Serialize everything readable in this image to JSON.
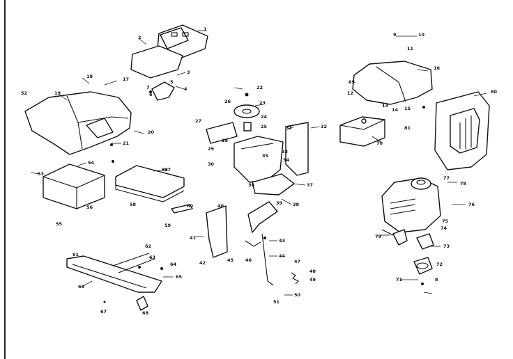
{
  "colors": {
    "ink": "#111111",
    "paper": "#ffffff"
  },
  "callouts": [
    {
      "id": "c1",
      "text": "1"
    },
    {
      "id": "c2",
      "text": "2"
    },
    {
      "id": "c3",
      "text": "3"
    },
    {
      "id": "c4",
      "text": "4"
    },
    {
      "id": "c5",
      "text": "5"
    },
    {
      "id": "c6",
      "text": "6"
    },
    {
      "id": "c7",
      "text": "7"
    },
    {
      "id": "c8",
      "text": "8"
    },
    {
      "id": "c9",
      "text": "9"
    },
    {
      "id": "c10",
      "text": "10"
    },
    {
      "id": "c11",
      "text": "11"
    },
    {
      "id": "c12",
      "text": "12"
    },
    {
      "id": "c13",
      "text": "13"
    },
    {
      "id": "c14",
      "text": "14"
    },
    {
      "id": "c15",
      "text": "15"
    },
    {
      "id": "c16",
      "text": "16"
    },
    {
      "id": "c17",
      "text": "17"
    },
    {
      "id": "c18",
      "text": "18"
    },
    {
      "id": "c19",
      "text": "19"
    },
    {
      "id": "c20",
      "text": "20"
    },
    {
      "id": "c21",
      "text": "21"
    },
    {
      "id": "c22",
      "text": "22"
    },
    {
      "id": "c23",
      "text": "23"
    },
    {
      "id": "c24",
      "text": "24"
    },
    {
      "id": "c25",
      "text": "25"
    },
    {
      "id": "c26",
      "text": "26"
    },
    {
      "id": "c27",
      "text": "27"
    },
    {
      "id": "c28",
      "text": "28"
    },
    {
      "id": "c29",
      "text": "29"
    },
    {
      "id": "c30",
      "text": "30"
    },
    {
      "id": "c31",
      "text": "31"
    },
    {
      "id": "c32",
      "text": "32"
    },
    {
      "id": "c33",
      "text": "33"
    },
    {
      "id": "c34",
      "text": "34"
    },
    {
      "id": "c35",
      "text": "35"
    },
    {
      "id": "c36",
      "text": "36"
    },
    {
      "id": "c37",
      "text": "37"
    },
    {
      "id": "c38",
      "text": "38"
    },
    {
      "id": "c39",
      "text": "39"
    },
    {
      "id": "c40",
      "text": "40"
    },
    {
      "id": "c41",
      "text": "41"
    },
    {
      "id": "c42",
      "text": "42"
    },
    {
      "id": "c43",
      "text": "43"
    },
    {
      "id": "c44",
      "text": "44"
    },
    {
      "id": "c45",
      "text": "45"
    },
    {
      "id": "c46",
      "text": "46"
    },
    {
      "id": "c47",
      "text": "47"
    },
    {
      "id": "c48",
      "text": "48"
    },
    {
      "id": "c49",
      "text": "49"
    },
    {
      "id": "c50",
      "text": "50"
    },
    {
      "id": "c51",
      "text": "51"
    },
    {
      "id": "c52",
      "text": "52"
    },
    {
      "id": "c53",
      "text": "53"
    },
    {
      "id": "c54",
      "text": "54"
    },
    {
      "id": "c55",
      "text": "55"
    },
    {
      "id": "c56",
      "text": "56"
    },
    {
      "id": "c57",
      "text": "57"
    },
    {
      "id": "c58",
      "text": "58"
    },
    {
      "id": "c59",
      "text": "59"
    },
    {
      "id": "c60",
      "text": "60"
    },
    {
      "id": "c61",
      "text": "61"
    },
    {
      "id": "c62",
      "text": "62"
    },
    {
      "id": "c63",
      "text": "63"
    },
    {
      "id": "c64",
      "text": "64"
    },
    {
      "id": "c65",
      "text": "65"
    },
    {
      "id": "c66",
      "text": "66"
    },
    {
      "id": "c67",
      "text": "67"
    },
    {
      "id": "c68",
      "text": "68"
    },
    {
      "id": "c69",
      "text": "69"
    },
    {
      "id": "c70",
      "text": "70"
    },
    {
      "id": "c71",
      "text": "71"
    },
    {
      "id": "c72",
      "text": "72"
    },
    {
      "id": "c73",
      "text": "73"
    },
    {
      "id": "c74",
      "text": "74"
    },
    {
      "id": "c75",
      "text": "75"
    },
    {
      "id": "c76",
      "text": "76"
    },
    {
      "id": "c77",
      "text": "77"
    },
    {
      "id": "c78",
      "text": "78"
    },
    {
      "id": "c79",
      "text": "79"
    },
    {
      "id": "c80",
      "text": "80"
    },
    {
      "id": "c81",
      "text": "81"
    },
    {
      "id": "c82",
      "text": "82"
    }
  ]
}
